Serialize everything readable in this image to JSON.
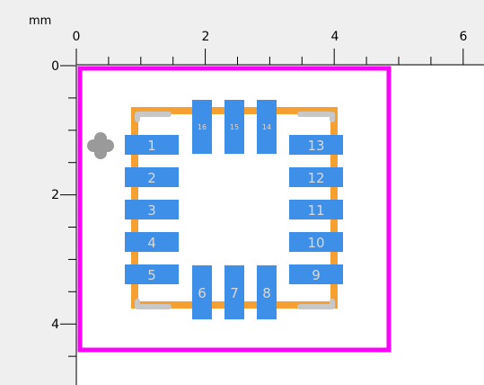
{
  "ruler": {
    "unit": "mm",
    "x_labels": [
      "0",
      "2",
      "4",
      "6"
    ],
    "y_labels": [
      "0",
      "2",
      "4"
    ]
  },
  "colors": {
    "board_outline": "#ff00ff",
    "silkscreen": "#f5a030",
    "pad": "#3d8fe8",
    "pad_text": "#d9d9d9",
    "corner_mark": "#c8c8c8",
    "pin1_marker": "#9a9a9a",
    "ruler_bg": "#efefef"
  },
  "pads": {
    "left": [
      "1",
      "2",
      "3",
      "4",
      "5"
    ],
    "bottom": [
      "6",
      "7",
      "8"
    ],
    "right": [
      "9",
      "10",
      "11",
      "12",
      "13"
    ],
    "top": [
      "14",
      "15",
      "16"
    ]
  },
  "icons": {
    "pin1": "pin1-marker-icon"
  }
}
